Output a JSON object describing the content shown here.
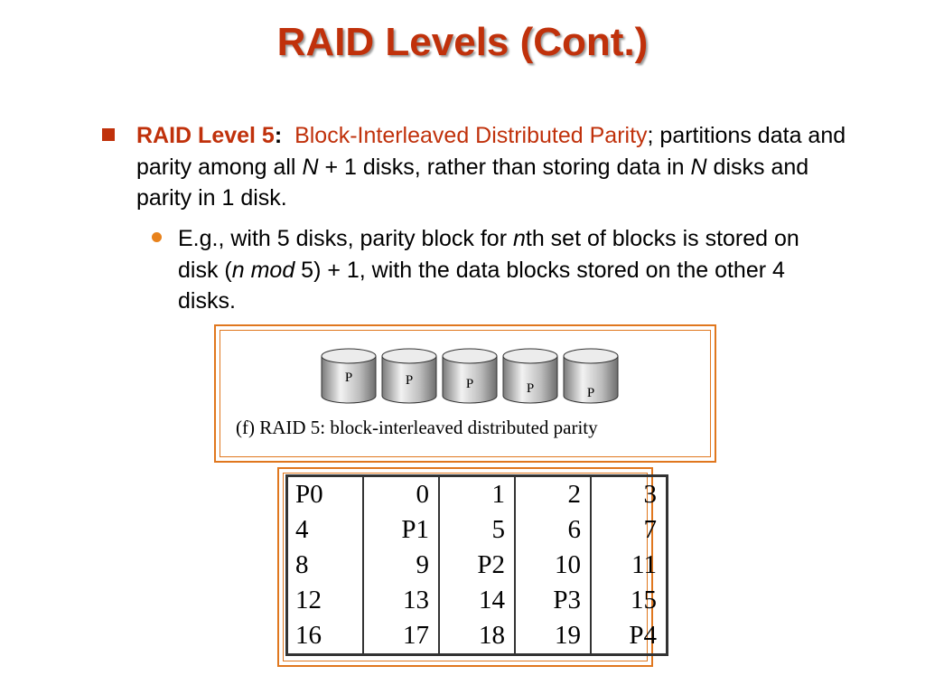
{
  "title": "RAID Levels (Cont.)",
  "bullet1": {
    "label": "RAID Level 5",
    "colon": ":",
    "highlight": "Block-Interleaved Distributed Parity",
    "text_a": "; partitions data and parity among all ",
    "var_n1": "N",
    "text_b": " + 1 disks, rather than storing data in ",
    "var_n2": "N",
    "text_c": " disks and parity in 1 disk."
  },
  "bullet2": {
    "text_a": "E.g., with 5 disks, parity block for ",
    "var_n": "n",
    "text_b": "th set of blocks is stored on disk (",
    "var_mod": "n mod",
    "text_c": " 5) + 1, with the data blocks stored on the other 4 disks."
  },
  "figure1": {
    "disks": [
      "P",
      "P",
      "P",
      "P",
      "P"
    ],
    "caption": "(f) RAID 5: block-interleaved distributed parity"
  },
  "table": {
    "rows": [
      [
        "P0",
        "0",
        "1",
        "2",
        "3"
      ],
      [
        "4",
        "P1",
        "5",
        "6",
        "7"
      ],
      [
        "8",
        "9",
        "P2",
        "10",
        "11"
      ],
      [
        "12",
        "13",
        "14",
        "P3",
        "15"
      ],
      [
        "16",
        "17",
        "18",
        "19",
        "P4"
      ]
    ]
  },
  "colors": {
    "accent": "#c0310b",
    "bullet2": "#e8821c",
    "frame": "#e0771e"
  }
}
